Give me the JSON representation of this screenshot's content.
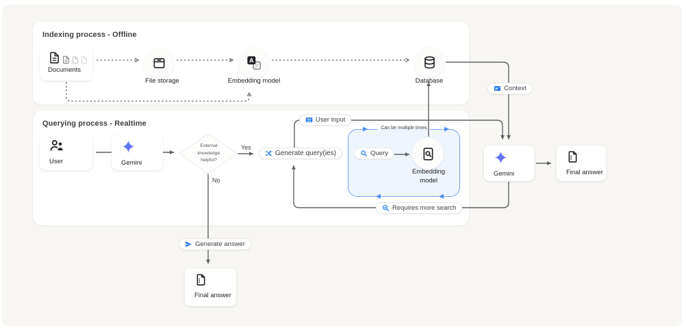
{
  "indexing": {
    "title": "Indexing process - Offline",
    "documents_label": "Documents",
    "file_storage_label": "File storage",
    "embedding_model_label": "Embedding model",
    "database_label": "Database"
  },
  "querying": {
    "title": "Querying process - Realtime",
    "user_label": "User",
    "gemini_label": "Gemini",
    "decision_text": "External knowledge helpful?",
    "yes_label": "Yes",
    "no_label": "No",
    "generate_queries_label": "Generate query(ies)",
    "user_input_label": "User input",
    "requires_more_search_label": "Requires more search",
    "loop_box": {
      "note": "Can be multiple times",
      "query_label": "Query",
      "embedding_model_label": "Embedding model"
    }
  },
  "output": {
    "context_label": "Context",
    "gemini_label": "Gemini",
    "final_answer_label": "Final answer",
    "generate_answer_label": "Generate answer",
    "final_answer_bottom_label": "Final answer"
  },
  "colors": {
    "accent_blue": "#1a73e8",
    "loop_box_border": "#74a2f7",
    "loop_box_fill": "#eff5fd",
    "connector_gray": "#5f6368",
    "background": "#f7f6f3"
  }
}
